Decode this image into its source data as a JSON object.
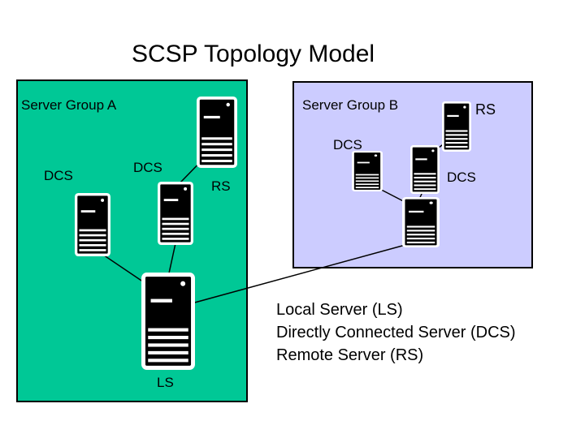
{
  "diagram": {
    "title": "SCSP Topology Model",
    "groups": {
      "a": {
        "label": "Server Group A",
        "color": "#00c896"
      },
      "b": {
        "label": "Server Group B",
        "color": "#ccccff"
      }
    },
    "node_labels": {
      "a_dcs_left": "DCS",
      "a_dcs_right": "DCS",
      "a_rs": "RS",
      "ls": "LS",
      "b_rs": "RS",
      "b_dcs_top": "DCS",
      "b_dcs_right": "DCS"
    },
    "legend": [
      "Local Server (LS)",
      "Directly Connected Server (DCS)",
      "Remote Server (RS)"
    ]
  }
}
